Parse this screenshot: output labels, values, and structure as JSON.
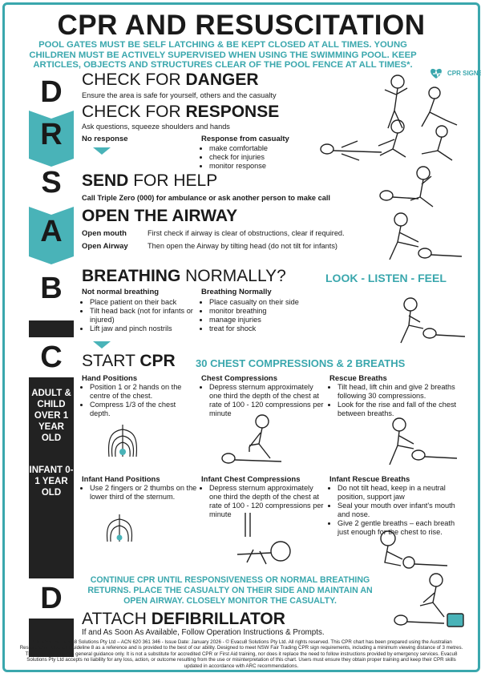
{
  "title": "CPR AND RESUSCITATION",
  "warning": "POOL GATES MUST BE SELF LATCHING & BE KEPT CLOSED AT ALL TIMES. YOUNG CHILDREN MUST BE ACTIVELY SUPERVISED WHEN USING THE SWIMMING POOL. KEEP ARTICLES, OBJECTS AND STRUCTURES CLEAR OF THE POOL FENCE AT ALL TIMES*.",
  "logo_text": "CPR SIGNS",
  "rail": {
    "d": "D",
    "r": "R",
    "s": "S",
    "a": "A",
    "b": "B",
    "c": "C",
    "d2": "D",
    "adult": "ADULT & CHILD OVER 1 YEAR OLD",
    "infant": "INFANT 0- 1 YEAR OLD"
  },
  "danger": {
    "pre": "CHECK FOR ",
    "bold": "DANGER",
    "text": "Ensure the area is safe for yourself, others and the casualty"
  },
  "response": {
    "pre": "CHECK FOR ",
    "bold": "RESPONSE",
    "text": "Ask questions, squeeze shoulders and hands",
    "no_response": "No response",
    "yes_label": "Response from casualty",
    "yes_items": [
      "make comfortable",
      "check for injuries",
      "monitor response"
    ]
  },
  "send": {
    "bold": "SEND",
    "post": " FOR HELP",
    "text": "Call Triple Zero (000) for ambulance or ask another person to make call"
  },
  "airway": {
    "bold": "OPEN THE AIRWAY",
    "row1_label": "Open mouth",
    "row1_text": "First check if airway is clear of obstructions, clear if required.",
    "row2_label": "Open Airway",
    "row2_text": "Then open the Airway by tilting head (do not tilt for infants)"
  },
  "breathing": {
    "bold": "BREATHING",
    "post": " NORMALLY?",
    "tag": "LOOK - LISTEN - FEEL",
    "not_label": "Not normal breathing",
    "not_items": [
      "Place patient on their back",
      "Tilt head back (not for infants or injured)",
      "Lift jaw and pinch nostrils"
    ],
    "yes_label": "Breathing Normally",
    "yes_items": [
      "Place casualty on their side",
      "monitor breathing",
      "manage injuries",
      "treat for shock"
    ]
  },
  "cpr": {
    "pre": "START ",
    "bold": "CPR",
    "tag": "30 CHEST COMPRESSIONS & 2 BREATHS",
    "hand_label": "Hand Positions",
    "hand_items": [
      "Position 1 or 2 hands on the centre of the chest.",
      "Compress 1/3 of the chest depth."
    ],
    "comp_label": "Chest Compressions",
    "comp_items": [
      "Depress sternum approximately one third the depth of the chest at rate of 100 - 120 compressions per minute"
    ],
    "rescue_label": "Rescue Breaths",
    "rescue_items": [
      "Tilt head, lift chin and give 2 breaths following 30 compressions.",
      "Look for the rise and fall of the chest between breaths."
    ],
    "ihand_label": "Infant Hand Positions",
    "ihand_items": [
      "Use 2 fingers or 2 thumbs on the lower third of the sternum."
    ],
    "icomp_label": "Infant Chest Compressions",
    "icomp_items": [
      "Depress sternum approximately one third the depth of the chest at rate of 100 - 120 compressions per minute"
    ],
    "irescue_label": "Infant Rescue Breaths",
    "irescue_items": [
      "Do not tilt head, keep in a neutral position, support jaw",
      "Seal your mouth over infant's mouth and nose.",
      "Give 2 gentle breaths – each breath just enough for the chest to rise."
    ],
    "continue": "CONTINUE CPR UNTIL RESPONSIVENESS OR NORMAL BREATHING RETURNS. PLACE THE  CASUALTY ON THEIR SIDE AND MAINTAIN AN OPEN AIRWAY. CLOSELY MONITOR THE CASUALTY."
  },
  "defib": {
    "pre": "ATTACH ",
    "bold": "DEFIBRILLATOR",
    "text": "If and As Soon As Available, Follow Operation Instructions & Prompts."
  },
  "footer": "Published by Evacu8 Solutions Pty Ltd – ACN 620 361 346 - Issue Date: January 2026 - © Evacu8 Solutions Pty Ltd. All rights reserved. This CPR chart has been prepared using the Australian Resuscitation Council Guideline 8 as a reference and is provided to the best of our ability. Designed to meet NSW Fair Trading CPR sign requirements, including a minimum viewing distance of 3 metres. This diagram provides general guidance only. It is not a substitute for accredited CPR or First Aid training, nor does it replace the need to follow instructions provided by emergency services. Evacu8 Solutions Pty Ltd accepts no liability for any loss, action, or outcome resulting from the use or misinterpretation of this chart. Users must ensure they obtain proper training and keep their CPR skills updated in accordance with ARC recommendations."
}
